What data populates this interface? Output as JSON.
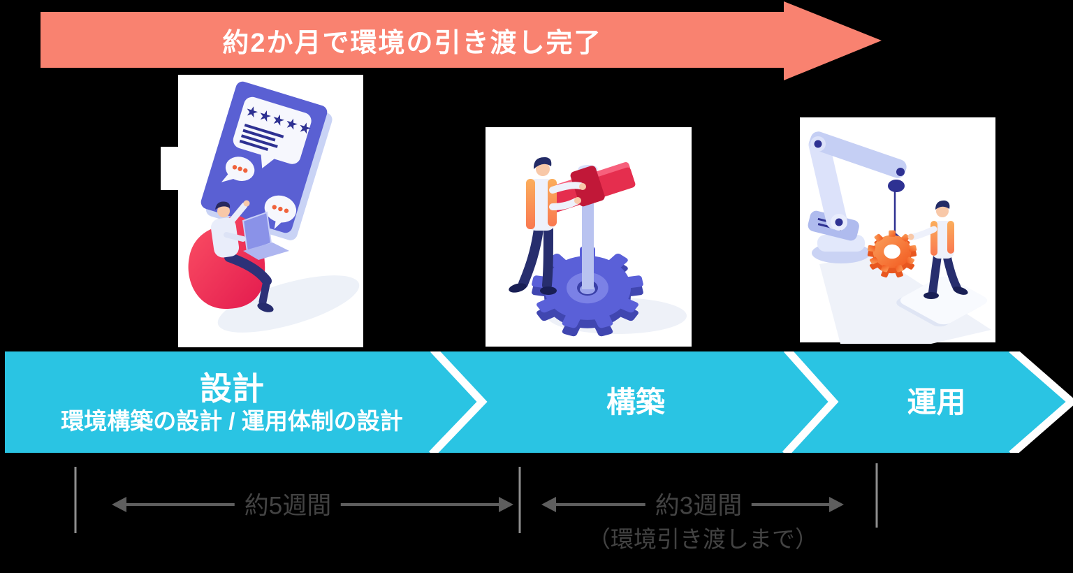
{
  "top_arrow": {
    "label": "約2か月で環境の引き渡し完了"
  },
  "phases": [
    {
      "id": "design",
      "title": "設計",
      "subtitle": "環境構築の設計 / 運用体制の設計"
    },
    {
      "id": "build",
      "title": "構築"
    },
    {
      "id": "operate",
      "title": "運用"
    }
  ],
  "spans": [
    {
      "label": "約5週間",
      "note": ""
    },
    {
      "label": "約3週間",
      "note": "（環境引き渡しまで）"
    }
  ],
  "illustrations": [
    {
      "name": "design-review-illustration"
    },
    {
      "name": "build-gear-illustration"
    },
    {
      "name": "crane-operation-illustration"
    }
  ],
  "colors": {
    "top_arrow": "#F98270",
    "band": "#2AC4E3",
    "separator": "#FFFFFF",
    "timeline_text": "#434343",
    "timeline_line": "#5E5E5E",
    "tick": "#8E8E8E",
    "illustration_indigo": "#5A60D3",
    "illustration_red": "#E52E4E",
    "illustration_orange": "#F97850",
    "illustration_navy": "#2E3192"
  }
}
